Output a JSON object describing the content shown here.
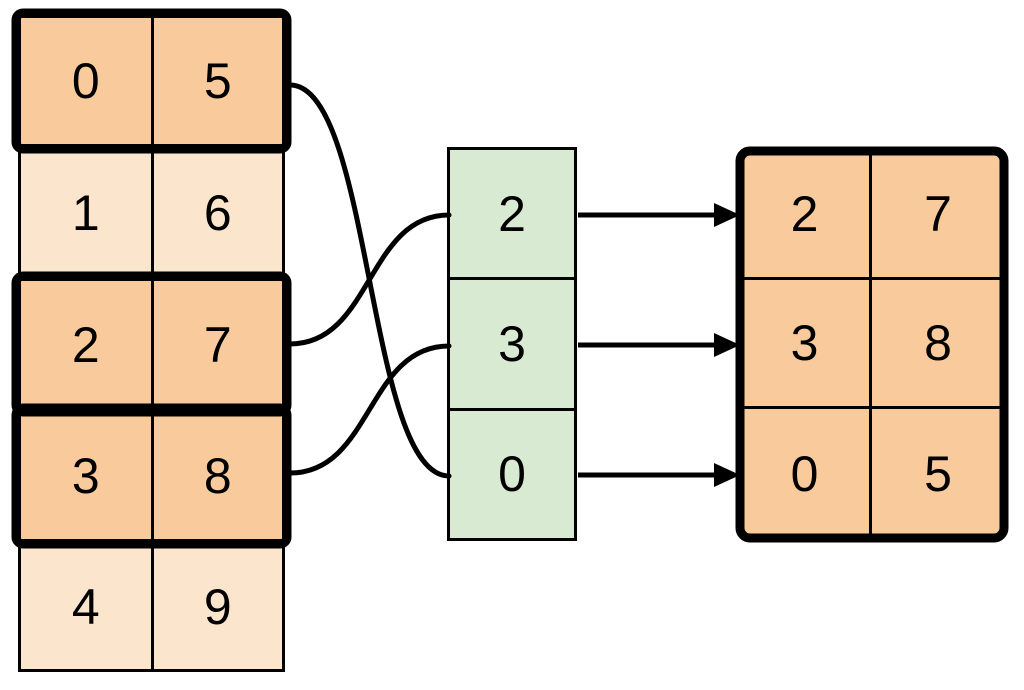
{
  "source_table": {
    "rows": [
      {
        "values": [
          "0",
          "5"
        ],
        "highlighted": true
      },
      {
        "values": [
          "1",
          "6"
        ],
        "highlighted": false
      },
      {
        "values": [
          "2",
          "7"
        ],
        "highlighted": true
      },
      {
        "values": [
          "3",
          "8"
        ],
        "highlighted": true
      },
      {
        "values": [
          "4",
          "9"
        ],
        "highlighted": false
      }
    ]
  },
  "index_list": {
    "values": [
      "2",
      "3",
      "0"
    ]
  },
  "result_table": {
    "rows": [
      {
        "values": [
          "2",
          "7"
        ]
      },
      {
        "values": [
          "3",
          "8"
        ]
      },
      {
        "values": [
          "0",
          "5"
        ]
      }
    ]
  },
  "connections": {
    "curves": [
      {
        "from_source_row": "0,5",
        "to_index_value": "0"
      },
      {
        "from_source_row": "2,7",
        "to_index_value": "2"
      },
      {
        "from_source_row": "3,8",
        "to_index_value": "3"
      }
    ],
    "arrows": [
      {
        "from_index_value": "2",
        "to_result_row": "2,7"
      },
      {
        "from_index_value": "3",
        "to_result_row": "3,8"
      },
      {
        "from_index_value": "0",
        "to_result_row": "0,5"
      }
    ]
  },
  "colors": {
    "highlight_fill": "#f9cb9c",
    "muted_fill": "#fce5cd",
    "index_fill": "#d9ead3",
    "stroke": "#000000",
    "background": "#ffffff"
  }
}
